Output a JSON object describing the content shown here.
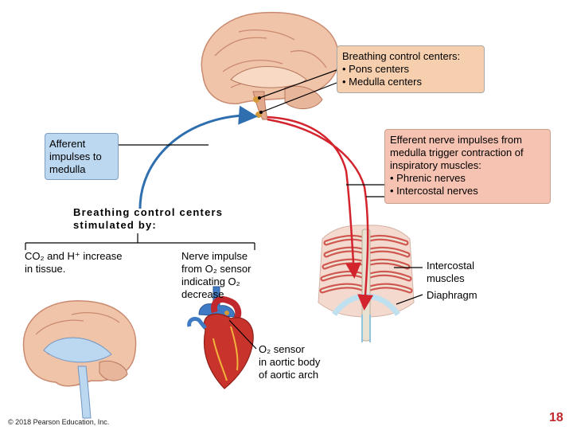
{
  "pons_box": {
    "title": "Breathing control centers:",
    "items": [
      "Pons centers",
      "Medulla centers"
    ]
  },
  "efferent_box": {
    "lines": [
      "Efferent nerve impulses from",
      "medulla trigger contraction of",
      "inspiratory muscles:"
    ],
    "items": [
      "Phrenic nerves",
      "Intercostal nerves"
    ]
  },
  "afferent_box": {
    "lines": [
      "Afferent",
      "impulses to",
      "medulla"
    ]
  },
  "stimulated": {
    "lines": [
      "Breathing control centers",
      "stimulated by:"
    ]
  },
  "co2": {
    "lines": [
      "CO₂ and H⁺ increase",
      "in tissue."
    ]
  },
  "nerve_impulse": {
    "lines": [
      "Nerve impulse",
      "from O₂ sensor",
      "indicating O₂",
      "decrease"
    ]
  },
  "o2_sensor": {
    "lines": [
      "O₂ sensor",
      "in aortic body",
      "of aortic arch"
    ]
  },
  "intercostal_label": {
    "lines": [
      "Intercostal",
      "muscles"
    ]
  },
  "diaphragm_label": "Diaphragm",
  "copyright": "© 2018 Pearson Education, Inc.",
  "page_number": "18",
  "colors": {
    "afferent_arrow": "#2f6fb0",
    "efferent_arrow": "#d3242e",
    "pons_box": "#f6cfae",
    "efferent_box": "#f6c3b2",
    "afferent_box": "#bcd7f0",
    "page_number": "#c0282d"
  }
}
